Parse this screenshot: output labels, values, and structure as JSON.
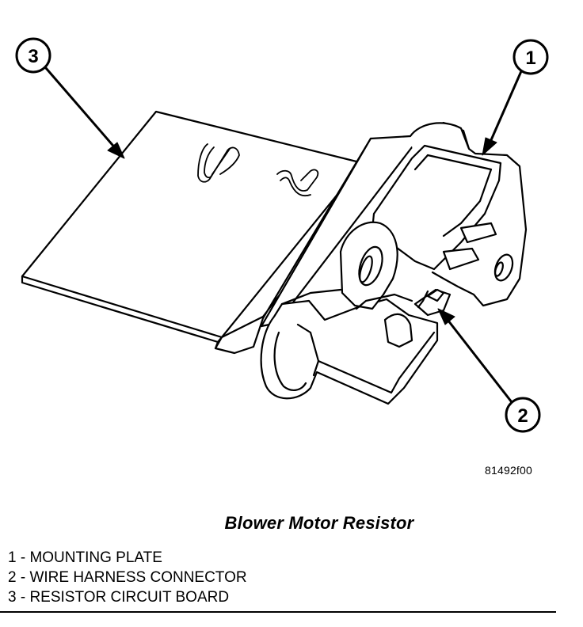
{
  "figure": {
    "title": "Blower Motor Resistor",
    "figure_id": "81492f00",
    "callouts": [
      {
        "number": "1",
        "label": "MOUNTING PLATE"
      },
      {
        "number": "2",
        "label": "WIRE HARNESS CONNECTOR"
      },
      {
        "number": "3",
        "label": "RESISTOR CIRCUIT BOARD"
      }
    ]
  },
  "legend": [
    {
      "text": "1 - MOUNTING PLATE"
    },
    {
      "text": "2 - WIRE HARNESS CONNECTOR"
    },
    {
      "text": "3 - RESISTOR CIRCUIT BOARD"
    }
  ],
  "colors": {
    "line": "#000000",
    "background": "#ffffff"
  }
}
